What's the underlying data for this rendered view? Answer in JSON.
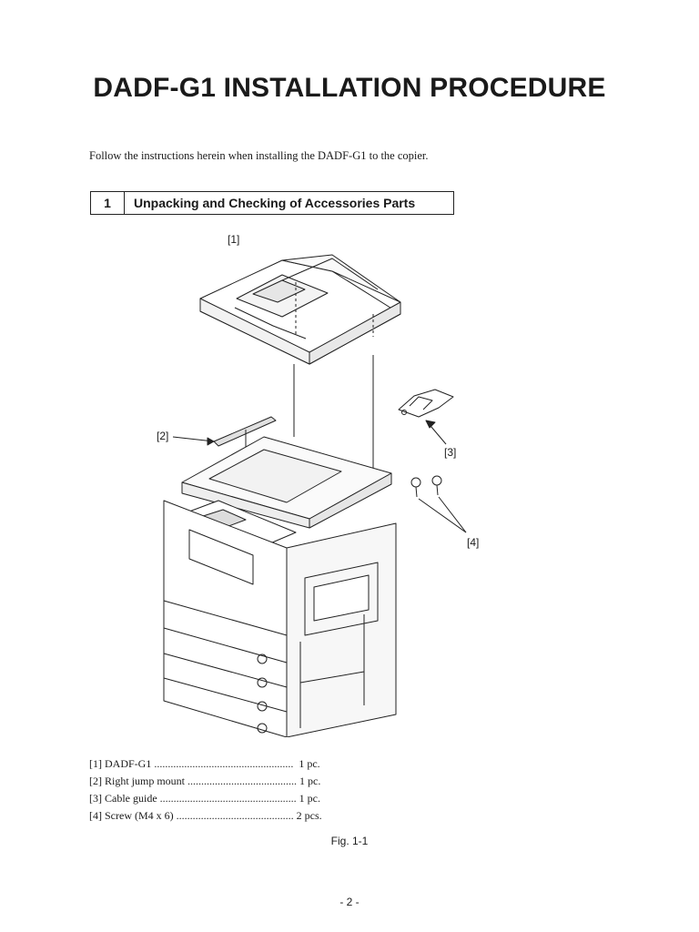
{
  "title": "DADF-G1 INSTALLATION PROCEDURE",
  "intro": "Follow the instructions herein when installing the DADF-G1 to the copier.",
  "section": {
    "number": "1",
    "title": "Unpacking and Checking of Accessories Parts"
  },
  "callouts": {
    "c1": "[1]",
    "c2": "[2]",
    "c3": "[3]",
    "c4": "[4]"
  },
  "parts": [
    "[1] DADF-G1 ...................................................  1 pc.",
    "[2] Right jump mount ........................................ 1 pc.",
    "[3] Cable guide .................................................. 1 pc.",
    "[4] Screw (M4 x 6) ........................................... 2 pcs."
  ],
  "figure_caption": "Fig. 1-1",
  "page_number": "- 2 -"
}
